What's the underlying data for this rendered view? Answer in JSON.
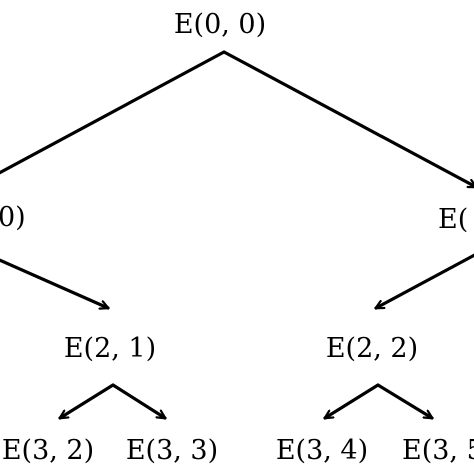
{
  "colors": {
    "ink": "#000000",
    "background": "#ffffff"
  },
  "nodes": [
    {
      "id": "e00",
      "label": "E(0, 0)"
    },
    {
      "id": "e10",
      "label": "0)"
    },
    {
      "id": "e11",
      "label": "E("
    },
    {
      "id": "e21",
      "label": "E(2, 1)"
    },
    {
      "id": "e22",
      "label": "E(2, 2)"
    },
    {
      "id": "e32",
      "label": "E(3, 2)"
    },
    {
      "id": "e33",
      "label": "E(3, 3)"
    },
    {
      "id": "e34",
      "label": "E(3, 4)"
    },
    {
      "id": "e35",
      "label": "E(3, 5"
    }
  ],
  "edges": [
    {
      "from": "e00",
      "to": "e10"
    },
    {
      "from": "e00",
      "to": "e11"
    },
    {
      "from": "e10",
      "to": "e21"
    },
    {
      "from": "e11",
      "to": "e22"
    },
    {
      "from": "e21",
      "to": "e32"
    },
    {
      "from": "e21",
      "to": "e33"
    },
    {
      "from": "e22",
      "to": "e34"
    },
    {
      "from": "e22",
      "to": "e35"
    }
  ]
}
